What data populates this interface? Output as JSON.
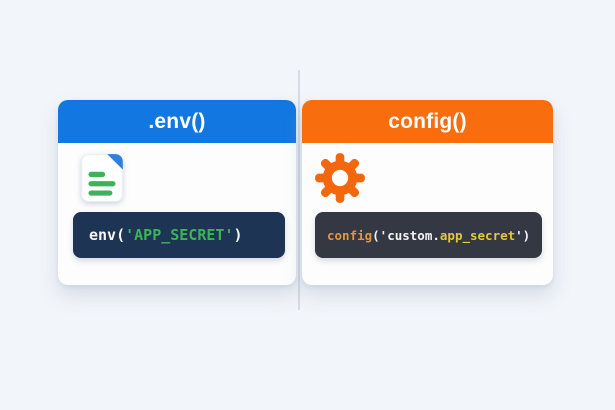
{
  "canvas": {
    "background": "#f2f5fa",
    "divider_color": "#d6dce4"
  },
  "cards": {
    "env": {
      "title": ".env()",
      "header_color": "#1277e0",
      "icon": "document-icon",
      "icon_colors": {
        "page": "#ffffff",
        "page_border": "#e9edf2",
        "fold": "#2e7fe1",
        "lines": "#3eb25a"
      },
      "code_background": "#1e3454",
      "code_tokens": [
        {
          "text": "env(",
          "color": "#f5f7fa"
        },
        {
          "text": "'APP_SECRET'",
          "color": "#3eb25a"
        },
        {
          "text": ")",
          "color": "#f5f7fa"
        }
      ]
    },
    "config": {
      "title": "config()",
      "header_color": "#f86e0f",
      "icon": "gear-icon",
      "icon_colors": {
        "gear": "#f3680e",
        "hub": "#fdfdfe"
      },
      "code_background": "#333842",
      "code_tokens": [
        {
          "text": "config",
          "color": "#e6963c"
        },
        {
          "text": "('custom.",
          "color": "#f2f3f4"
        },
        {
          "text": "app_secret",
          "color": "#e3c83c"
        },
        {
          "text": "')",
          "color": "#f2f3f4"
        }
      ]
    }
  }
}
